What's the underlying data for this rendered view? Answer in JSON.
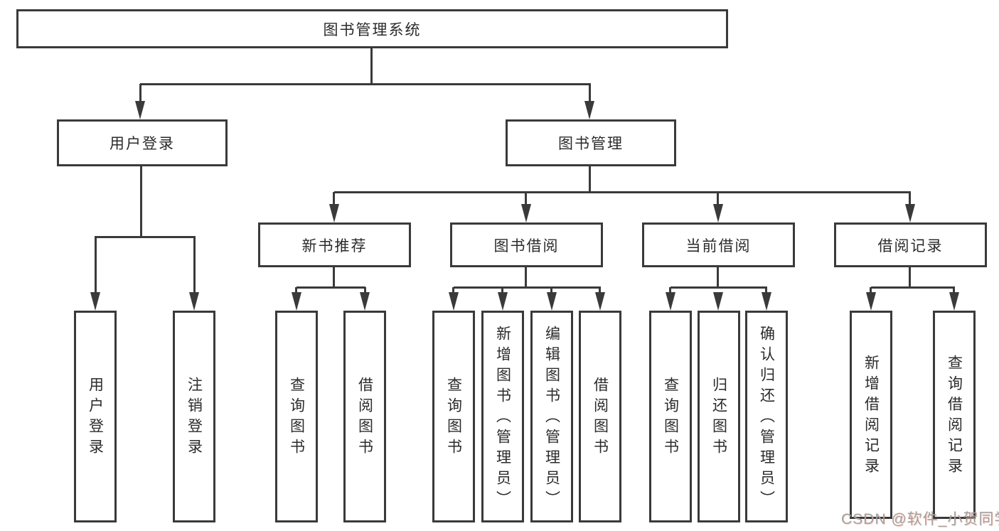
{
  "diagram": {
    "root": {
      "label": "图书管理系统"
    },
    "level1": [
      {
        "label": "用户登录"
      },
      {
        "label": "图书管理"
      }
    ],
    "level2": [
      {
        "label": "新书推荐"
      },
      {
        "label": "图书借阅"
      },
      {
        "label": "当前借阅"
      },
      {
        "label": "借阅记录"
      }
    ],
    "leaves": {
      "user_login": [
        {
          "label": "用户登录"
        },
        {
          "label": "注销登录"
        }
      ],
      "new_books": [
        {
          "label": "查询图书"
        },
        {
          "label": "借阅图书"
        }
      ],
      "book_borrow": [
        {
          "label": "查询图书"
        },
        {
          "label": "新增图书（管理员）"
        },
        {
          "label": "编辑图书（管理员）"
        },
        {
          "label": "借阅图书"
        }
      ],
      "current_borrow": [
        {
          "label": "查询图书"
        },
        {
          "label": "归还图书"
        },
        {
          "label": "确认归还（管理员）"
        }
      ],
      "borrow_records": [
        {
          "label": "新增借阅记录"
        },
        {
          "label": "查询借阅记录"
        }
      ]
    },
    "colors": {
      "line": "#3a3a3a",
      "text": "#2b2b2b",
      "background": "#ffffff",
      "watermark_gray": "#a2a2a2",
      "watermark_accent": "#fc5531"
    },
    "watermark": "CSDN @软件_小贺同学"
  }
}
